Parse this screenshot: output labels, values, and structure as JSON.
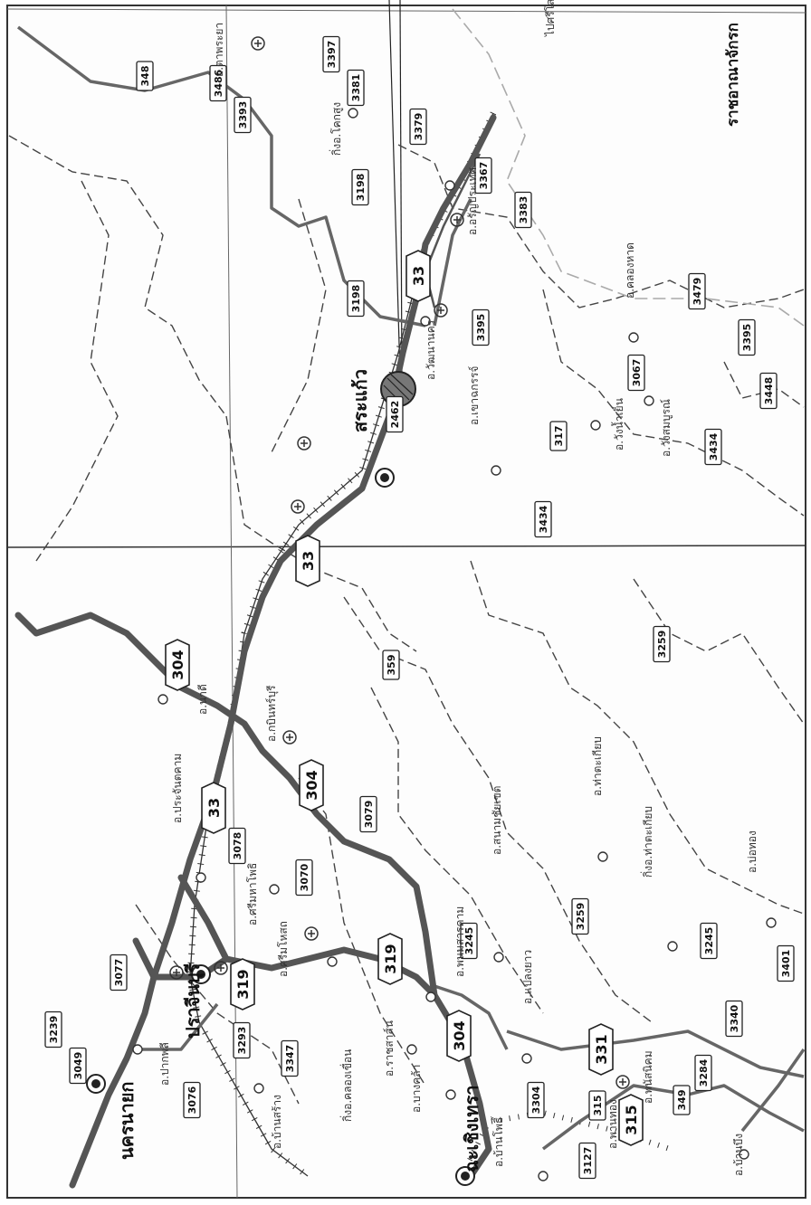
{
  "map": {
    "country_label": "ราชอาณาจักรก",
    "corner_label": "ไปศรีโส",
    "provinces": [
      {
        "name": "สระแก้ว"
      },
      {
        "name": "นครนายก"
      },
      {
        "name": "ปราจีนบุรี"
      },
      {
        "name": "ฉะเชิงเทรา"
      }
    ],
    "districts": [
      {
        "name": "อ.ตาพระยา"
      },
      {
        "name": "กิ่งอ.โคกสูง"
      },
      {
        "name": "อ.อรัญประเทศ"
      },
      {
        "name": "อ.วัฒนานคร"
      },
      {
        "name": "อ.เขาฉกรรจ์"
      },
      {
        "name": "อ.คลองหาด"
      },
      {
        "name": "อ.วังน้ำเย็น"
      },
      {
        "name": "อ.วังสมบูรณ์"
      },
      {
        "name": "อ.กบินทร์บุรี"
      },
      {
        "name": "อ.นาดี"
      },
      {
        "name": "อ.ประจันตคาม"
      },
      {
        "name": "อ.ศรีมหาโพธิ"
      },
      {
        "name": "อ.ศรีมโหสถ"
      },
      {
        "name": "อ.พนมสารคาม"
      },
      {
        "name": "อ.สนามชัยเขต"
      },
      {
        "name": "อ.ท่าตะเกียบ"
      },
      {
        "name": "กิ่งอ.ท่าตะเกียบ"
      },
      {
        "name": "อ.บ่อทอง"
      },
      {
        "name": "อ.ราชสาส์น"
      },
      {
        "name": "อ.บางคล้า"
      },
      {
        "name": "อ.บ้านสร้าง"
      },
      {
        "name": "อ.ปากพลี"
      },
      {
        "name": "อ.แปลงยาว"
      },
      {
        "name": "อ.บ้านโพธิ์"
      },
      {
        "name": "อ.พานทอง"
      },
      {
        "name": "อ.พนัสนิคม"
      },
      {
        "name": "อ.บ้านบึง"
      },
      {
        "name": "กิ่งอ.คลองเขื่อน"
      }
    ],
    "major_roads": [
      {
        "number": "33"
      },
      {
        "number": "33"
      },
      {
        "number": "33"
      },
      {
        "number": "304"
      },
      {
        "number": "304"
      },
      {
        "number": "304"
      },
      {
        "number": "319"
      },
      {
        "number": "319"
      },
      {
        "number": "331"
      },
      {
        "number": "315"
      }
    ],
    "road_numbers": [
      "348",
      "3486",
      "3393",
      "3397",
      "3381",
      "3379",
      "3198",
      "3367",
      "3383",
      "3198",
      "3395",
      "3479",
      "2462",
      "3067",
      "317",
      "3395",
      "3448",
      "3434",
      "3434",
      "359",
      "3259",
      "3079",
      "3078",
      "3070",
      "3077",
      "3239",
      "3049",
      "3076",
      "3293",
      "3347",
      "3245",
      "3259",
      "3245",
      "3401",
      "3340",
      "3284",
      "349",
      "3304",
      "315",
      "3127"
    ],
    "colors": {
      "road": "#555555",
      "border": "#333333",
      "ink": "#111111"
    }
  }
}
